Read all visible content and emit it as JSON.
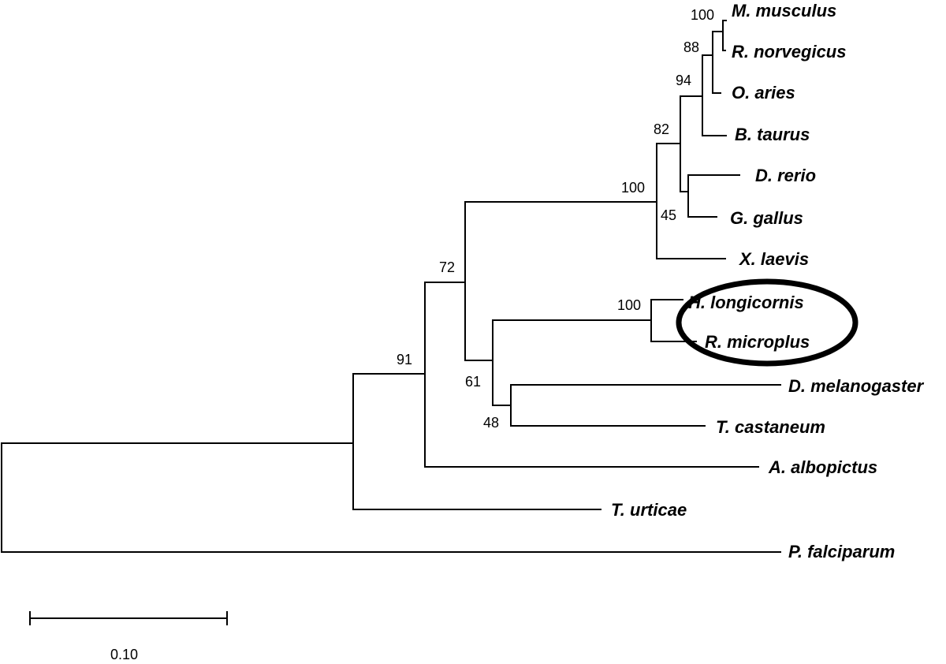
{
  "tree": {
    "taxa": [
      "M. musculus",
      "R. norvegicus",
      "O. aries",
      "B. taurus",
      "D. rerio",
      "G. gallus",
      "X. laevis",
      "H. longicornis",
      "R. microplus",
      "D. melanogaster",
      "T. castaneum",
      "A. albopictus",
      "T. urticae",
      "P. falciparum"
    ],
    "bootstrap": [
      "100",
      "88",
      "94",
      "82",
      "45",
      "100",
      "100",
      "72",
      "61",
      "48",
      "91"
    ],
    "highlighted_clade": [
      "H. longicornis",
      "R. microplus"
    ]
  },
  "scale_bar": {
    "value": 0.1,
    "label": "0.10"
  },
  "colors": {
    "line": "#000000",
    "background": "#ffffff"
  }
}
